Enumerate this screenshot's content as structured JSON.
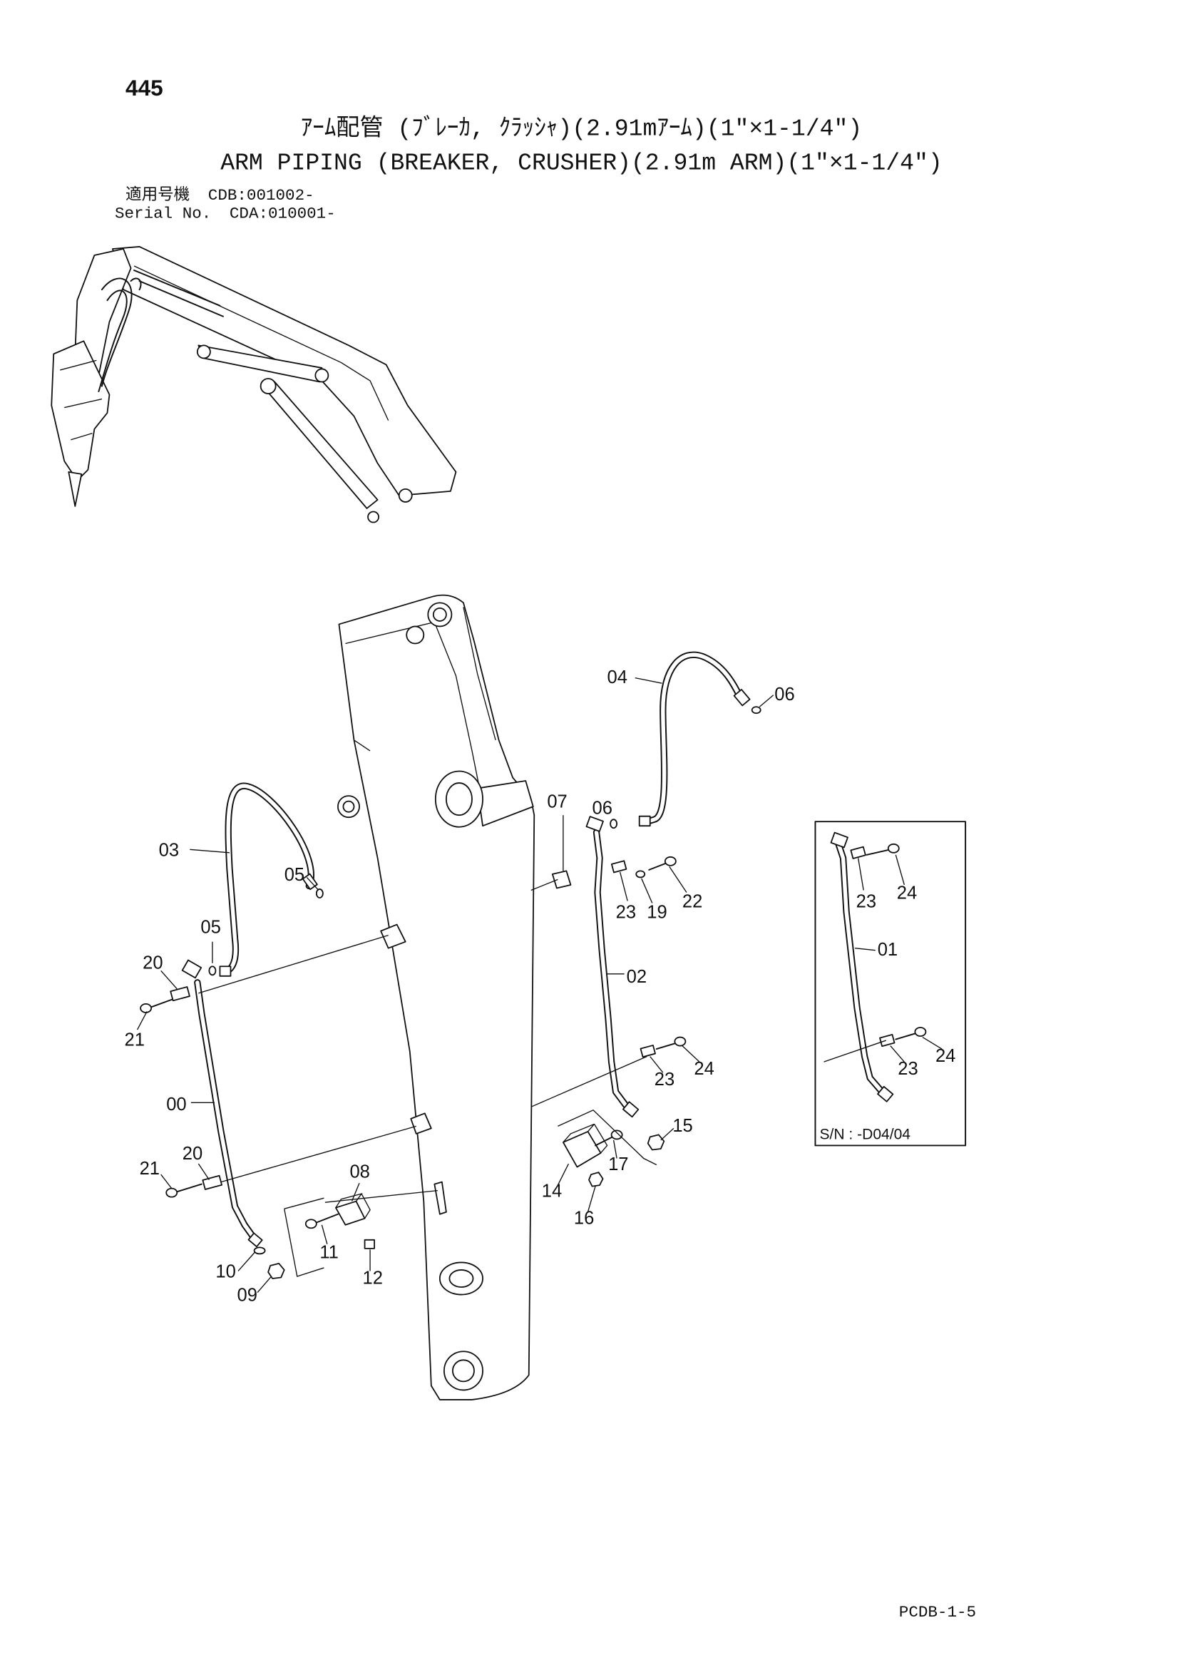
{
  "page": {
    "number": "445",
    "code": "PCDB-1-5"
  },
  "title": {
    "jp": "ｱｰﾑ配管 (ﾌﾞﾚｰｶ, ｸﾗｯｼｬ)(2.91mｱｰﾑ)(1″×1-1/4″)",
    "en": "ARM PIPING (BREAKER, CRUSHER)(2.91m ARM)(1″×1-1/4″)"
  },
  "applicability": {
    "label_jp": "適用号機",
    "model": "CDB:001002-",
    "label_en": "Serial No.",
    "serial": "CDA:010001-"
  },
  "callouts": [
    "04",
    "06",
    "06",
    "07",
    "03",
    "05",
    "05",
    "20",
    "21",
    "00",
    "21",
    "20",
    "08",
    "10",
    "09",
    "11",
    "12",
    "14",
    "16",
    "17",
    "15",
    "23",
    "19",
    "22",
    "02",
    "23",
    "24",
    "23",
    "24",
    "01",
    "23",
    "24"
  ],
  "inset": {
    "sn_label": "S/N : -D04/04"
  }
}
